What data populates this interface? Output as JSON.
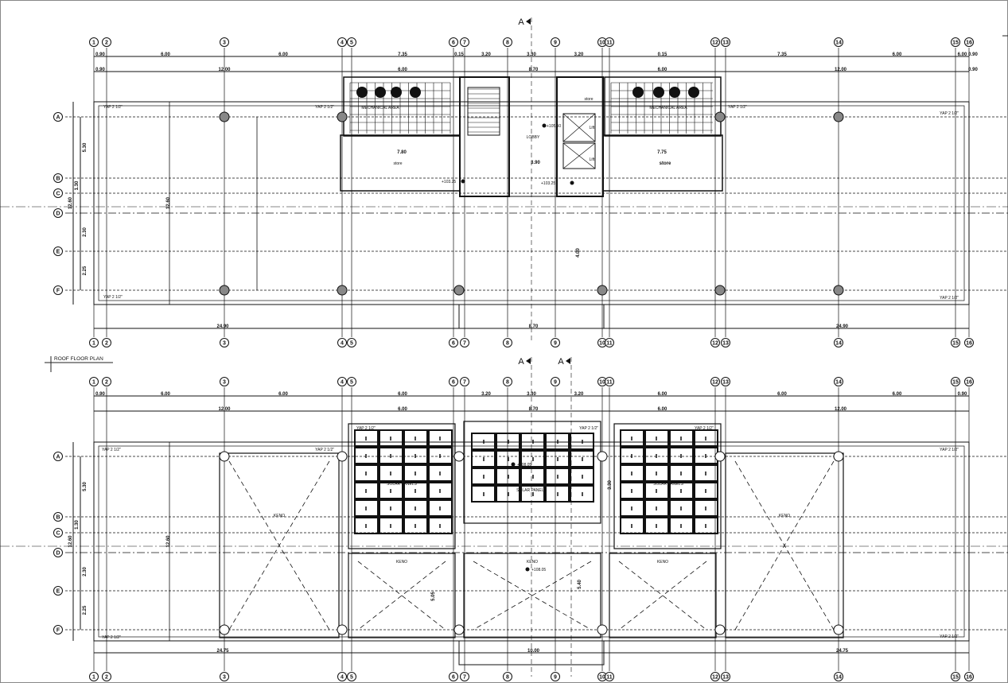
{
  "drawing": {
    "title": "ROOF FLOOR PLAN",
    "section_marker": "A",
    "columns": [
      "1",
      "2",
      "3",
      "4",
      "5",
      "6",
      "7",
      "8",
      "9",
      "10",
      "11",
      "12",
      "13",
      "14",
      "15",
      "16"
    ],
    "rows": [
      "A",
      "B",
      "C",
      "D",
      "E",
      "F"
    ],
    "upper_plan": {
      "dims_row1": [
        "0.90",
        "6.00",
        "6.00",
        "7.35",
        "0.15",
        "3.20",
        "3.30",
        "3.20",
        "0.15",
        "7.35",
        "6.00",
        "6.00",
        "0.90"
      ],
      "dims_row2": [
        "0.90",
        "12.00",
        "6.00",
        "8.70",
        "6.00",
        "12.00",
        "0.90"
      ],
      "dims_bottom": [
        "24.90",
        "8.70",
        "24.90"
      ],
      "side_dims": [
        "12.60",
        "5.30",
        "1.30",
        "2.30",
        "2.25",
        "12.60",
        "5.30",
        "5.30"
      ],
      "rooms": {
        "mechanical_left": "MECHANICAL AREA",
        "mechanical_right": "MECHANICAL AREA",
        "store_left": "store",
        "store_right": "store",
        "store_small": "store",
        "lobby": "LOBBY",
        "lift1": "Lift",
        "lift2": "Lift"
      },
      "levels": [
        "+105.50",
        "+103.25",
        "+103.25"
      ],
      "dims_inner": [
        "7.80",
        "7.75",
        "3.90",
        "4.00"
      ],
      "slope_labels": [
        "YAP 2 1/2\"",
        "YAP 2 1/2\"",
        "YAP 2 1/2\"",
        "YAP 2 1/2\"",
        "YAP 2 1/2\"",
        "YAP 2 1/2\""
      ]
    },
    "lower_plan": {
      "dims_row1": [
        "0.90",
        "6.00",
        "6.00",
        "6.00",
        "3.20",
        "3.30",
        "3.20",
        "6.00",
        "6.00",
        "6.00",
        "0.90"
      ],
      "dims_row2": [
        "12.00",
        "6.00",
        "8.70",
        "6.00",
        "12.00"
      ],
      "dims_bottom": [
        "24.75",
        "10.00",
        "24.75"
      ],
      "side_dims": [
        "12.60",
        "5.30",
        "1.30",
        "2.30",
        "2.25",
        "12.60"
      ],
      "solar_labels": [
        "SOLAR PANELS",
        "SOLAR PANELS",
        "SOLAR PANELS"
      ],
      "keno_labels": [
        "KENO",
        "KENO",
        "KENO",
        "KENO",
        "KENO"
      ],
      "levels": [
        "+108.05",
        "+108.05"
      ],
      "dims_inner": [
        "5.05",
        "5.40",
        "3.30"
      ],
      "slope_labels": [
        "YAP 2 1/2\"",
        "YAP 2 1/2\"",
        "YAP 2 1/2\"",
        "YAP 2 1/2\"",
        "YAP 2 1/2\"",
        "YAP 2 1/2\"",
        "YAP 2 1/2\"",
        "YAP 2 1/2\""
      ]
    }
  }
}
